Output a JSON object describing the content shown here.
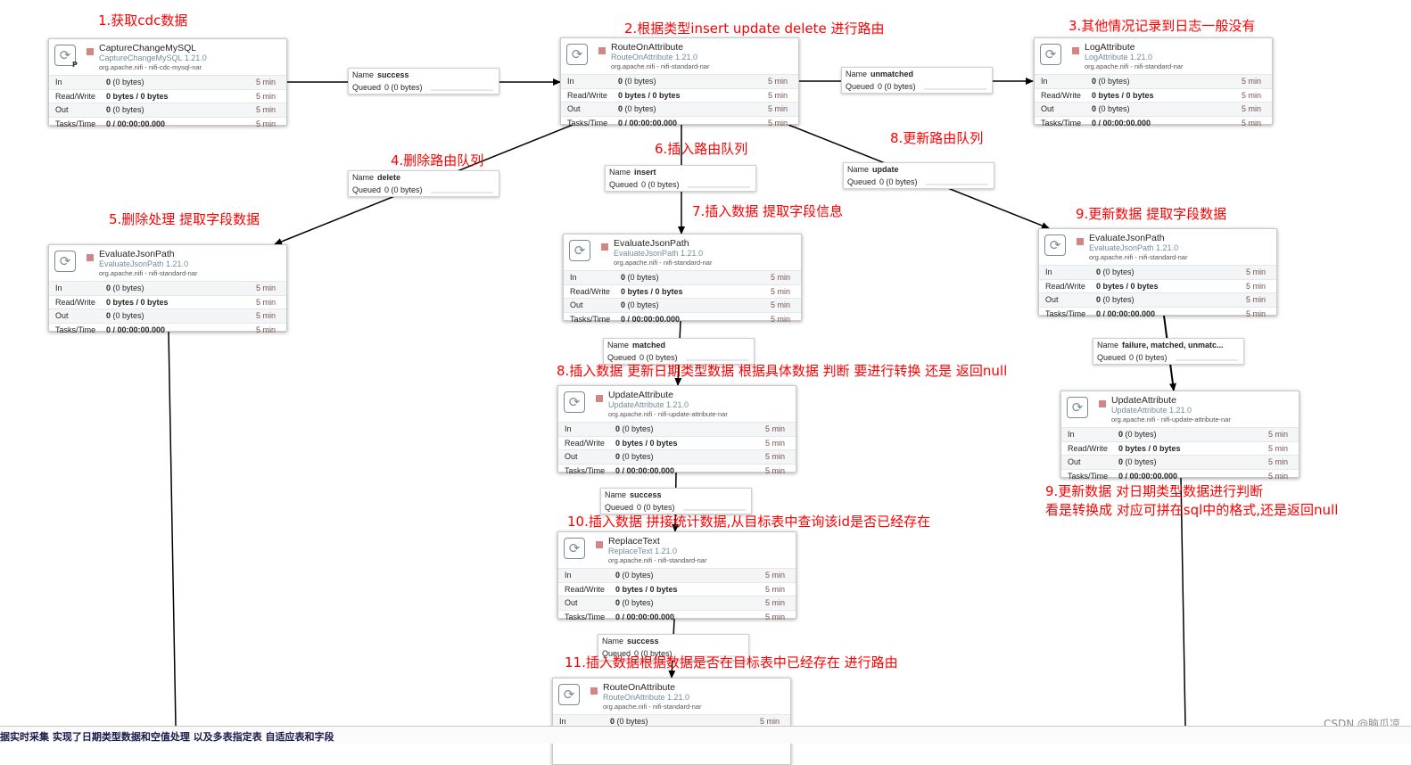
{
  "annotations": {
    "a1": "1.获取cdc数据",
    "a2": "2.根据类型insert update delete 进行路由",
    "a3": "3.其他情况记录到日志一般没有",
    "a4": "4.删除路由队列",
    "a5": "5.删除处理 提取字段数据",
    "a6": "6.插入路由队列",
    "a7": "7.插入数据 提取字段信息",
    "a8": "8.更新路由队列",
    "a9a": "9.更新数据 提取字段数据",
    "a8b": "8.插入数据 更新日期类型数据  根据具体数据 判断 要进行转换 还是 返回null",
    "a9b_line1": "9.更新数据  对日期类型数据进行判断",
    "a9b_line2": "看是转换成 对应可拼在sql中的格式,还是返回null",
    "a10": "10.插入数据 拼接统计数据,从目标表中查询该id是否已经存在",
    "a11": "11.插入数据根据数据是否在目标表中已经存在 进行路由"
  },
  "stat_labels": {
    "in": "In",
    "rw": "Read/Write",
    "out": "Out",
    "tasks": "Tasks/Time"
  },
  "stat_values": {
    "in": "0 (0 bytes)",
    "rw": "0 bytes / 0 bytes",
    "out": "0 (0 bytes)",
    "tasks": "0 / 00:00:00.000",
    "period": "5 min"
  },
  "conn_labels": {
    "name": "Name",
    "queued": "Queued"
  },
  "queued_value": "0 (0 bytes)",
  "processors": {
    "capture": {
      "name": "CaptureChangeMySQL",
      "version": "CaptureChangeMySQL 1.21.0",
      "bundle": "org.apache.nifi - nifi-cdc-mysql-nar",
      "badge": "P"
    },
    "route1": {
      "name": "RouteOnAttribute",
      "version": "RouteOnAttribute 1.21.0",
      "bundle": "org.apache.nifi - nifi-standard-nar"
    },
    "log": {
      "name": "LogAttribute",
      "version": "LogAttribute 1.21.0",
      "bundle": "org.apache.nifi - nifi-standard-nar"
    },
    "eval_delete": {
      "name": "EvaluateJsonPath",
      "version": "EvaluateJsonPath 1.21.0",
      "bundle": "org.apache.nifi - nifi-standard-nar"
    },
    "eval_insert": {
      "name": "EvaluateJsonPath",
      "version": "EvaluateJsonPath 1.21.0",
      "bundle": "org.apache.nifi - nifi-standard-nar"
    },
    "eval_update": {
      "name": "EvaluateJsonPath",
      "version": "EvaluateJsonPath 1.21.0",
      "bundle": "org.apache.nifi - nifi-standard-nar"
    },
    "update_insert": {
      "name": "UpdateAttribute",
      "version": "UpdateAttribute 1.21.0",
      "bundle": "org.apache.nifi - nifi-update-attribute-nar"
    },
    "update_update": {
      "name": "UpdateAttribute",
      "version": "UpdateAttribute 1.21.0",
      "bundle": "org.apache.nifi - nifi-update-attribute-nar"
    },
    "replace": {
      "name": "ReplaceText",
      "version": "ReplaceText 1.21.0",
      "bundle": "org.apache.nifi - nifi-standard-nar"
    },
    "route2": {
      "name": "RouteOnAttribute",
      "version": "RouteOnAttribute 1.21.0",
      "bundle": "org.apache.nifi - nifi-standard-nar"
    }
  },
  "connections": {
    "c_success1": "success",
    "c_unmatched": "unmatched",
    "c_delete": "delete",
    "c_insert": "insert",
    "c_update": "update",
    "c_matched": "matched",
    "c_failure": "failure, matched, unmatc...",
    "c_success2": "success",
    "c_success3": "success"
  },
  "footer_text": "据实时采集  实现了日期类型数据和空值处理 以及多表指定表 自适应表和字段",
  "watermark": "CSDN @脑瓜凉",
  "colors": {
    "annotation": "#ff0000",
    "stopped": "#d18686",
    "version": "#728e9b",
    "period": "#775351"
  }
}
